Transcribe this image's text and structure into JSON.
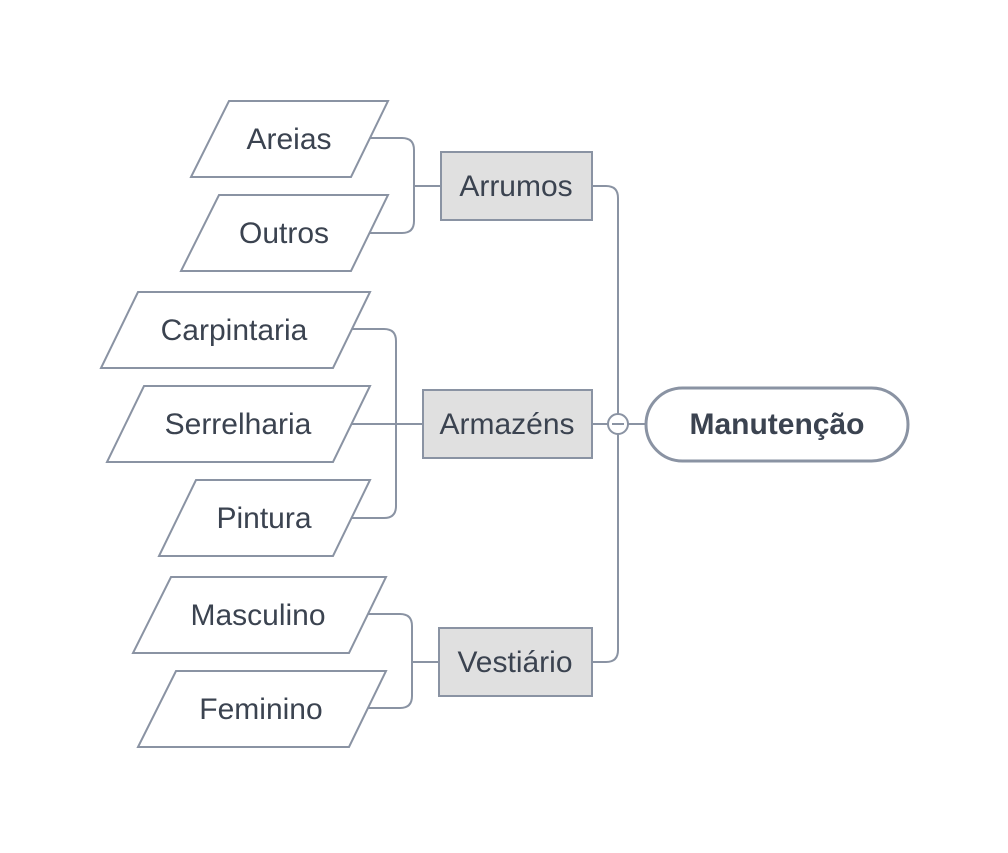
{
  "root": {
    "label": "Manutenção"
  },
  "branches": [
    {
      "label": "Arrumos",
      "children": [
        "Areias",
        "Outros"
      ]
    },
    {
      "label": "Armazéns",
      "children": [
        "Carpintaria",
        "Serrelharia",
        "Pintura"
      ]
    },
    {
      "label": "Vestiário",
      "children": [
        "Masculino",
        "Feminino"
      ]
    }
  ],
  "colors": {
    "line": "#8a93a3",
    "branch_fill": "#e0e0e0",
    "text": "#3b4350",
    "background": "#ffffff"
  },
  "icons": {
    "collapse": "minus-circle-icon"
  }
}
